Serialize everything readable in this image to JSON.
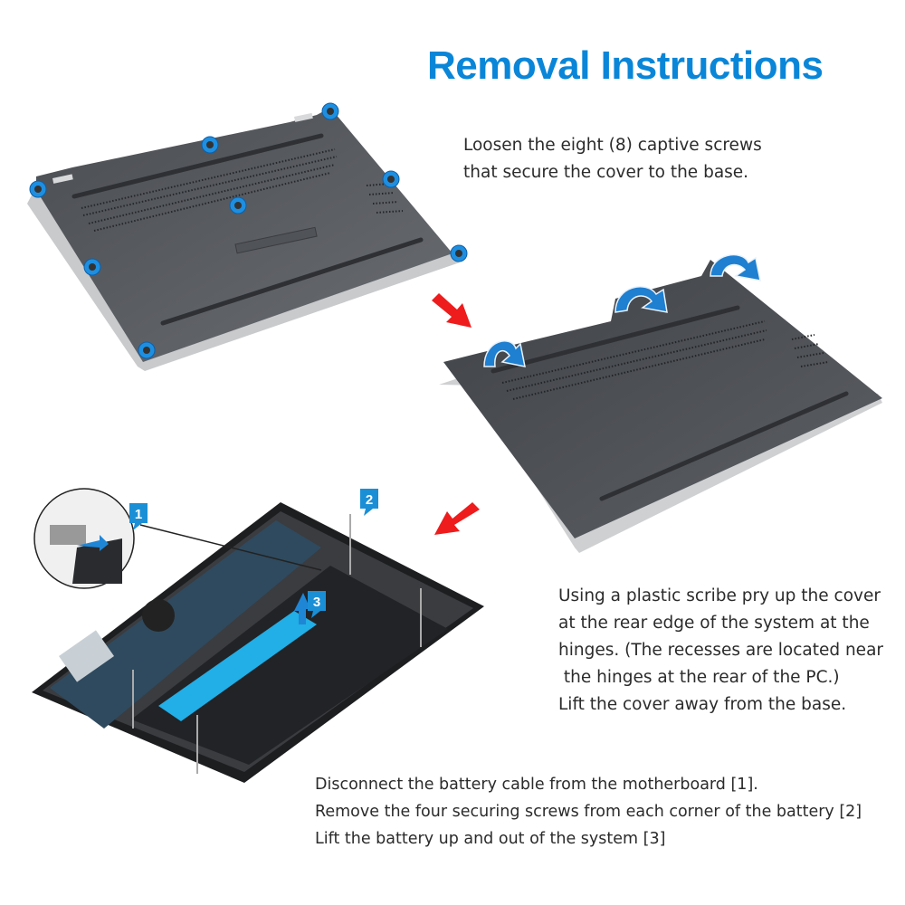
{
  "title": "Removal Instructions",
  "colors": {
    "title_blue": "#0a86d8",
    "arrow_red": "#ee1c1c",
    "callout_blue": "#1b8fd6",
    "cover_gray": "#56595e",
    "battery_label_cyan": "#22aee6"
  },
  "steps": [
    {
      "id": "step-1",
      "lines": [
        "Loosen the eight (8) captive screws",
        "that secure the cover to the base."
      ],
      "illustration": "laptop-bottom-cover-with-8-screws-icon"
    },
    {
      "id": "step-2",
      "lines": [
        "Using a plastic scribe pry up the cover",
        "at the rear edge of the system at the",
        "hinges. (The recesses are located near",
        " the hinges at the rear of the PC.)",
        "Lift the cover away from the base."
      ],
      "illustration": "laptop-cover-pry-arrows-icon"
    },
    {
      "id": "step-3",
      "lines": [
        "Disconnect the battery cable from the motherboard [1].",
        "Remove the four securing screws from each corner of the battery [2]",
        "Lift the battery up and out of the system [3]"
      ],
      "illustration": "laptop-battery-removal-icon",
      "callouts": [
        "1",
        "2",
        "3"
      ]
    }
  ],
  "arrows": [
    "arrow-down-right",
    "arrow-down-left"
  ]
}
